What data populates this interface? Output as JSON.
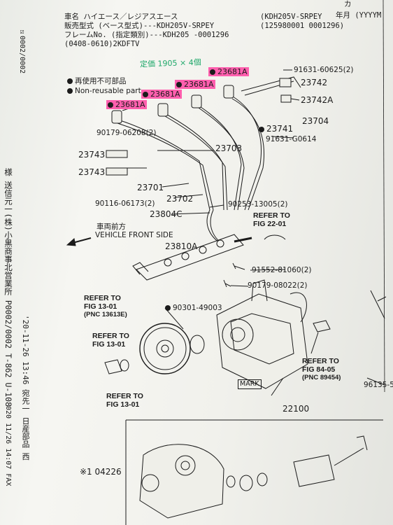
{
  "header": {
    "row1_label": "車名 ハイエース／レジアスエース",
    "row1_code": "(KDH205V-SRPEY",
    "row2_label": "販売型式 (ベース型式)---KDH205V-SRPEY",
    "row2_code": "(125980001 0001296)",
    "row3_label": "フレームNo. (指定類別)---KDH205 -0001296",
    "row4_label": "(0408-0610)2KDFTV",
    "date_label": "年月 (YYYYM",
    "corner_text": "カ"
  },
  "fax_header": {
    "page_marker": "☑0002/0002",
    "left_text": "様 送信元一(株)小黒商事北営業所 P0002/0002 T-862 U-108",
    "date_line": "'20-11-26 13:46 宛先一 日産部品 西",
    "fax_line": "020 11/26 14:07 FAX"
  },
  "handwritten_note": "定価 1905 × 4個",
  "legend": {
    "item1": "再使用不可部品",
    "item2": "Non-reusable part"
  },
  "highlighted_parts": [
    "23681A",
    "23681A",
    "23681A",
    "23681A"
  ],
  "part_labels": {
    "p91631_60625": "91631-60625(2)",
    "p23742": "23742",
    "p23742A": "23742A",
    "p23704": "23704",
    "p23741": "23741",
    "p91631_g0614": "91631-G0614",
    "p90179_06208": "90179-06208(2)",
    "p23703": "23703",
    "p23743a": "23743",
    "p23743b": "23743",
    "p23701": "23701",
    "p90116_06173": "90116-06173(2)",
    "p23702": "23702",
    "p90253_13005": "90253-13005(2)",
    "p23804C": "23804C",
    "refer_to_1": "REFER TO",
    "fig22": "FIG 22-01",
    "front_jp": "車両前方",
    "front_en": "VEHICLE FRONT SIDE",
    "p23810A": "23810A",
    "p91552_81060": "91552-81060(2)",
    "p90179_08022": "90179-08022(2)",
    "refer_to_2": "REFER TO",
    "fig13_01a": "FIG 13-01",
    "pnc13613e": "(PNC 13613E)",
    "p90301_49003": "90301-49003",
    "refer_to_3": "REFER TO",
    "fig13_01b": "FIG 13-01",
    "refer_to_4": "REFER TO",
    "fig13_01c": "FIG 13-01",
    "refer_to_5": "REFER TO",
    "fig84_05": "FIG 84-05",
    "pnc89454": "(PNC 89454)",
    "mark": "MARK",
    "p96135": "96135-5",
    "p22100": "22100",
    "p04226": "※1 04226"
  }
}
